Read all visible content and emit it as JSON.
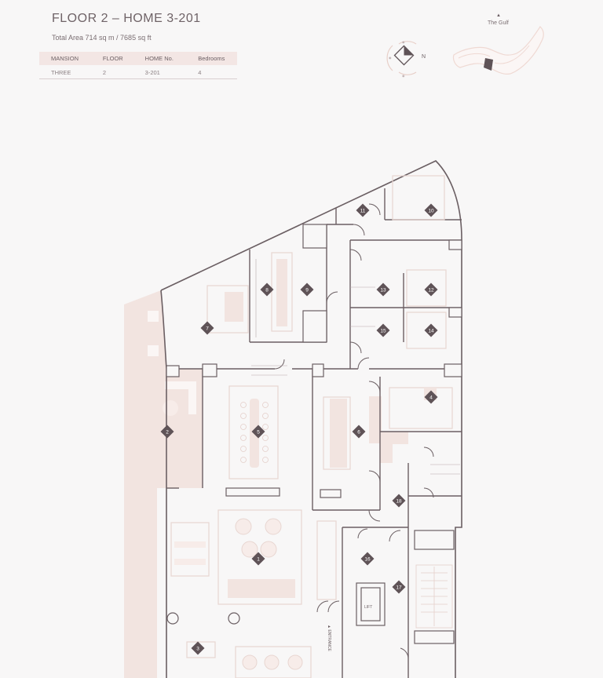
{
  "header": {
    "title": "FLOOR 2 – HOME 3-201",
    "area": "Total Area 714 sq m / 7685 sq ft"
  },
  "info_table": {
    "headers": [
      "MANSION",
      "FLOOR",
      "HOME No.",
      "Bedrooms"
    ],
    "row": [
      "THREE",
      "2",
      "3-201",
      "4"
    ]
  },
  "compass": {
    "north_label": "N"
  },
  "keymap": {
    "label": "The Gulf",
    "arrow": "▲"
  },
  "plan_labels": {
    "lift": "LIFT",
    "entrance": "▲ ENTRANCE"
  },
  "room_markers": [
    "1",
    "2",
    "3",
    "4",
    "5",
    "6",
    "7",
    "8",
    "9",
    "10",
    "11",
    "12",
    "13",
    "14",
    "15",
    "16",
    "17",
    "18"
  ],
  "colors": {
    "wall": "#6b5f63",
    "accent": "#f1e3df",
    "marker": "#5f5357",
    "bg": "#f8f7f7"
  }
}
